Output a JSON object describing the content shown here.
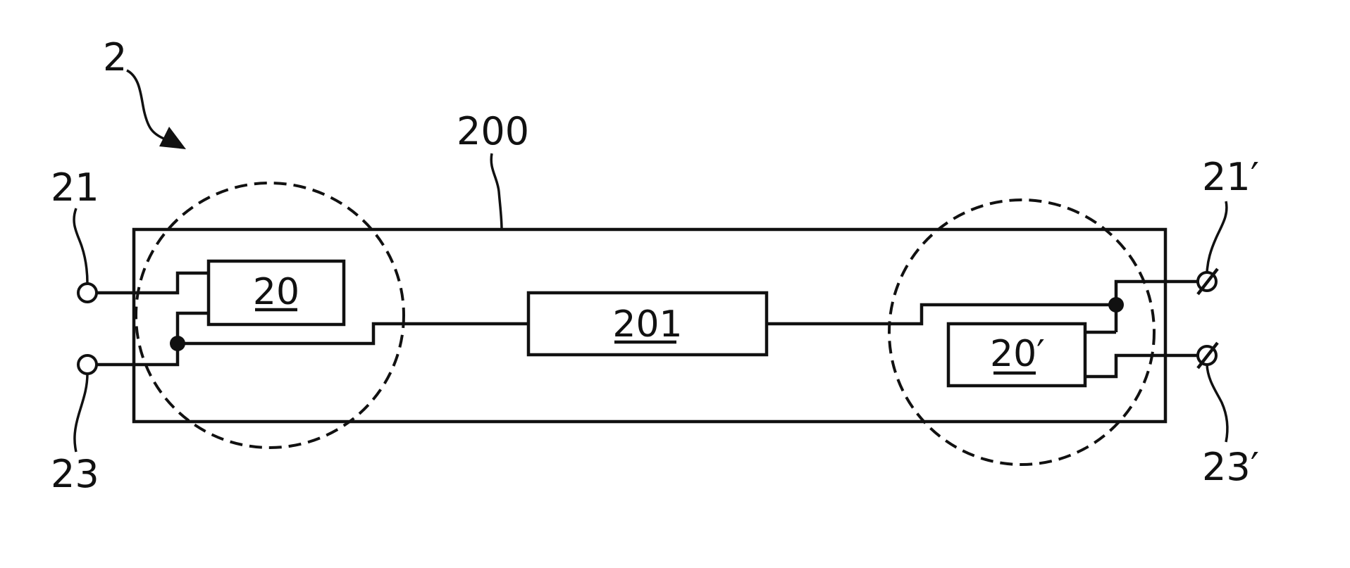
{
  "labels": {
    "device": "2",
    "housing": "200",
    "terminal_top_left": "21",
    "terminal_bottom_left": "23",
    "terminal_top_right": "21′",
    "terminal_bottom_right": "23′"
  },
  "boxes": {
    "left_circuit": "20",
    "center_unit": "201",
    "right_circuit": "20′"
  }
}
